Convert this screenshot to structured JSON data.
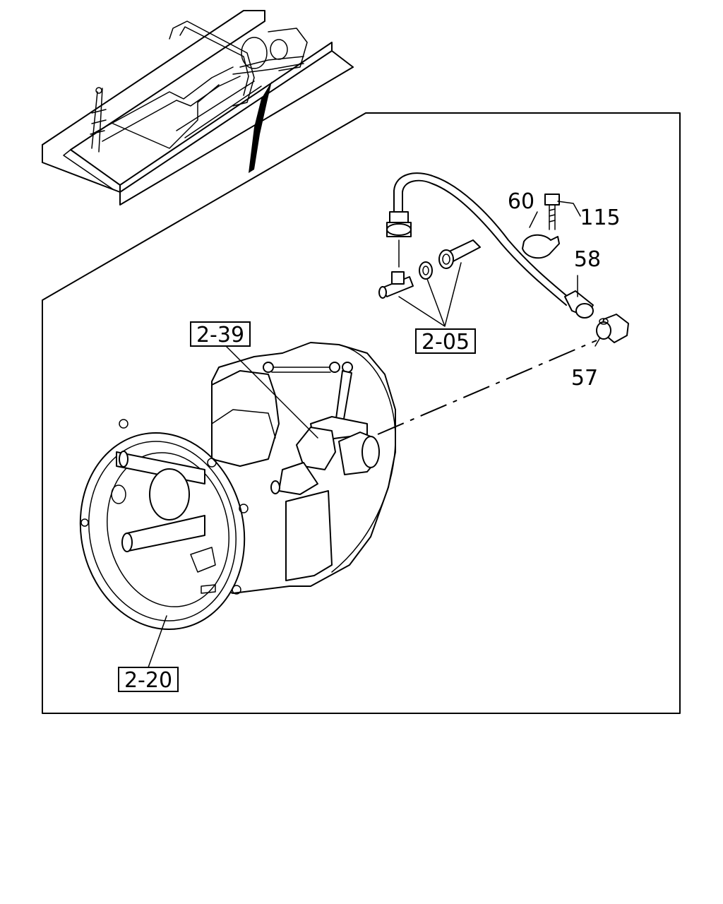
{
  "callouts": {
    "c60": "60",
    "c115": "115",
    "c58": "58",
    "c57": "57"
  },
  "references": {
    "r239": "2-39",
    "r205": "2-05",
    "r220": "2-20"
  }
}
